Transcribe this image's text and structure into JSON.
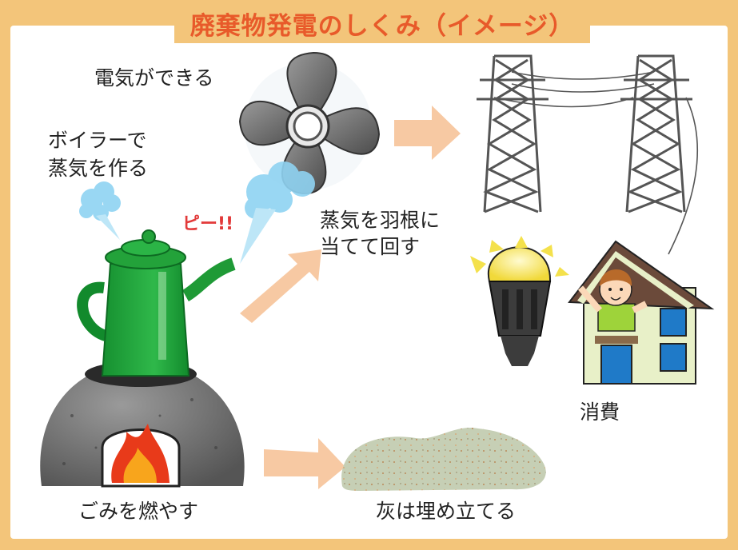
{
  "title": "廃棄物発電のしくみ（イメージ）",
  "labels": {
    "electricity": "電気ができる",
    "boiler_line1": "ボイラーで",
    "boiler_line2": "蒸気を作る",
    "steam_sound": "ピー!!",
    "turbine_line1": "蒸気を羽根に",
    "turbine_line2": "当てて回す",
    "consumption": "消費",
    "burn": "ごみを燃やす",
    "landfill": "灰は埋め立てる"
  },
  "colors": {
    "background": "#f3c57a",
    "title": "#e85a2a",
    "arrow": "#f7c9a3",
    "kettle": "#23a23a",
    "stove": "#7a7a7a",
    "steam": "#8fd3f2",
    "bulb": "#f4e14c",
    "house_wall": "#e8f0c8",
    "house_roof": "#6b4a3a",
    "ash": "#c6cfb5"
  },
  "icons": [
    "fan-icon",
    "kettle-icon",
    "stove-icon",
    "fire-icon",
    "steam-icon",
    "power-tower-icon",
    "light-bulb-icon",
    "house-icon",
    "child-icon",
    "ash-pile-icon",
    "arrow-icon"
  ]
}
